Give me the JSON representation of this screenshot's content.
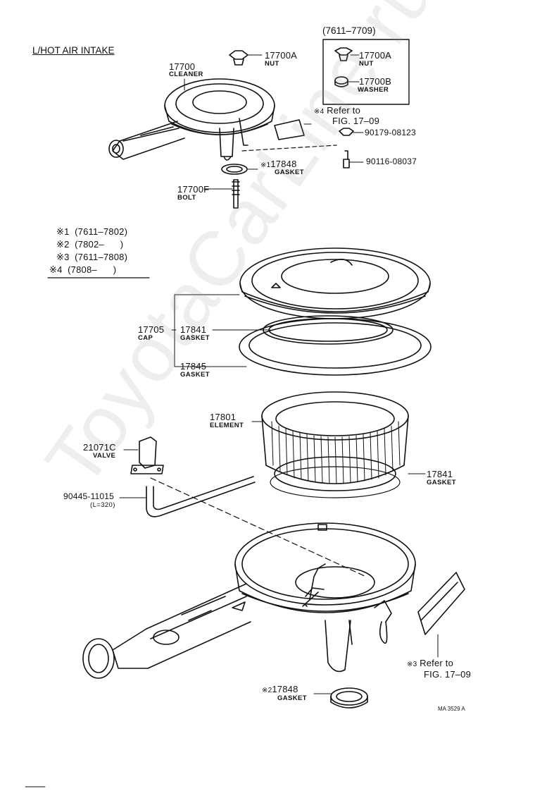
{
  "header": {
    "title": "L/HOT AIR INTAKE",
    "range_box_title": "(7611–7709)"
  },
  "footnotes": [
    {
      "mark": "※1",
      "range": "(7611–7802)"
    },
    {
      "mark": "※2",
      "range": "(7802–      )"
    },
    {
      "mark": "※3",
      "range": "(7611–7808)"
    },
    {
      "mark": "※4",
      "range": "(7808–      )"
    }
  ],
  "parts": {
    "p17700": {
      "number": "17700",
      "name": "CLEANER"
    },
    "p17700A_top": {
      "number": "17700A",
      "name": "NUT"
    },
    "p17700A_box": {
      "number": "17700A",
      "name": "NUT"
    },
    "p17700B": {
      "number": "17700B",
      "name": "WASHER"
    },
    "p90179": {
      "number": "90179-08123"
    },
    "p90116": {
      "number": "90116-08037"
    },
    "p17848_top": {
      "mark": "※1",
      "number": "17848",
      "name": "GASKET"
    },
    "p17700F": {
      "number": "17700F",
      "name": "BOLT"
    },
    "p17705": {
      "number": "17705",
      "name": "CAP"
    },
    "p17841_cap": {
      "number": "17841",
      "name": "GASKET"
    },
    "p17845": {
      "number": "17845",
      "name": "GASKET"
    },
    "p17801": {
      "number": "17801",
      "name": "ELEMENT"
    },
    "p21071C": {
      "number": "21071C",
      "name": "VALVE"
    },
    "p90445": {
      "number": "90445-11015",
      "length": "(L=320)"
    },
    "p17841_bottom": {
      "number": "17841",
      "name": "GASKET"
    },
    "p17848_bottom": {
      "mark": "※2",
      "number": "17848",
      "name": "GASKET"
    }
  },
  "refs": {
    "top": {
      "mark": "※4",
      "line1": "Refer to",
      "line2": "FIG. 17–09"
    },
    "bottom": {
      "mark": "※3",
      "line1": "Refer to",
      "line2": "FIG. 17–09"
    }
  },
  "figure_code": "MA 3529 A",
  "watermark": "ToyotaCarLine.ru"
}
